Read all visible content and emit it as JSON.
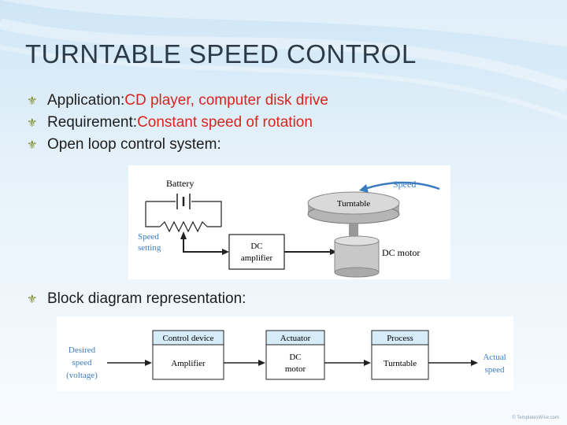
{
  "title": "TURNTABLE SPEED CONTROL",
  "bullets": [
    {
      "label": "Application: ",
      "value": "CD player, computer disk drive"
    },
    {
      "label": "Requirement: ",
      "value": "Constant speed of rotation"
    },
    {
      "label": "Open loop control system:",
      "value": ""
    },
    {
      "label": "Block diagram representation:",
      "value": ""
    }
  ],
  "figure1": {
    "battery": "Battery",
    "speed": "Speed",
    "turntable": "Turntable",
    "speed_setting_1": "Speed",
    "speed_setting_2": "setting",
    "dc_amp_1": "DC",
    "dc_amp_2": "amplifier",
    "dc_motor": "DC motor"
  },
  "figure2": {
    "input_1": "Desired",
    "input_2": "speed",
    "input_3": "(voltage)",
    "block1_header": "Control device",
    "block1_body": "Amplifier",
    "block2_header": "Actuator",
    "block2_body_1": "DC",
    "block2_body_2": "motor",
    "block3_header": "Process",
    "block3_body": "Turntable",
    "output_1": "Actual",
    "output_2": "speed"
  },
  "footer": "© TemplatesWise.com",
  "colors": {
    "highlight": "#d8261e",
    "header_fill": "#d6ecf8",
    "speed_label": "#3b7bbf"
  }
}
